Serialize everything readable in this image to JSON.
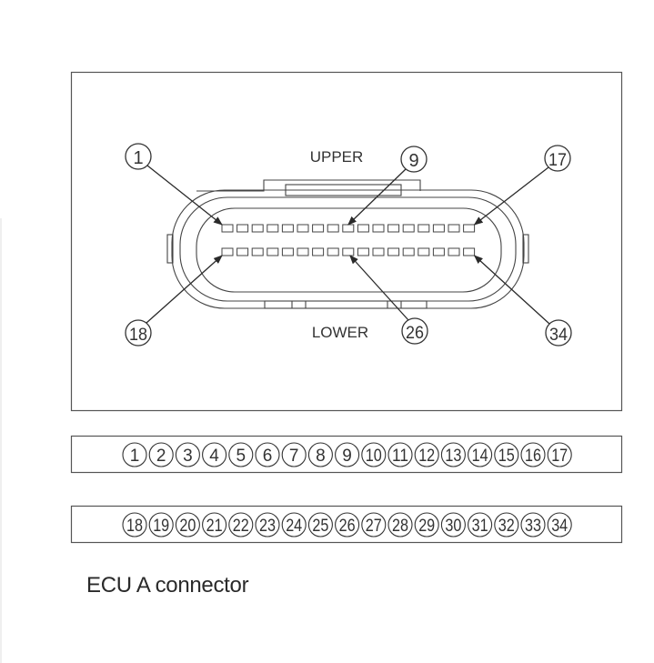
{
  "diagram": {
    "title": "ECU A connector",
    "upper_label": "UPPER",
    "lower_label": "LOWER",
    "pins_per_row": 17,
    "callouts": {
      "upper": [
        "1",
        "9",
        "17"
      ],
      "lower": [
        "18",
        "26",
        "34"
      ]
    },
    "pin_legend": {
      "upper_row": [
        "1",
        "2",
        "3",
        "4",
        "5",
        "6",
        "7",
        "8",
        "9",
        "10",
        "11",
        "12",
        "13",
        "14",
        "15",
        "16",
        "17"
      ],
      "lower_row": [
        "18",
        "19",
        "20",
        "21",
        "22",
        "23",
        "24",
        "25",
        "26",
        "27",
        "28",
        "29",
        "30",
        "31",
        "32",
        "33",
        "34"
      ]
    },
    "colors": {
      "line": "#3a3a3a",
      "text": "#2a2a2a",
      "background": "#ffffff"
    }
  }
}
